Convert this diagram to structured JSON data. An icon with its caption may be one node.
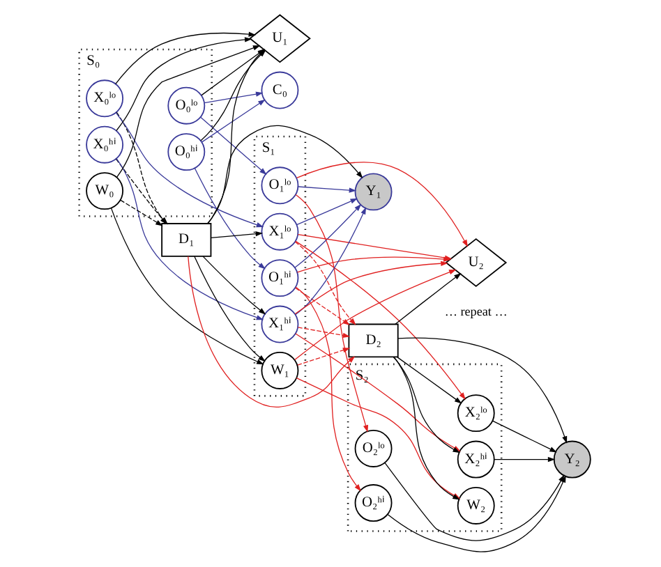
{
  "diagram": {
    "nodes": [
      {
        "text": [
          "S₀"
        ]
      },
      {
        "text": [
          "O₀ˡᵒ"
        ],
        "in": 0
      },
      {
        "text": [
          "O₀ʰⁱ"
        ],
        "in": 0
      },
      {
        "text": [
          "X₀ˡᵒ"
        ],
        "in": 0
      },
      {
        "text": [
          "X₀ʰⁱ"
        ],
        "in": 0
      },
      {
        "text": [
          "W₀"
        ],
        "in": 0
      },
      {
        "text": [
          "C₀"
        ]
      },
      {
        "text": [
          "D₁"
        ]
      },
      {
        "text": [
          "U₁"
        ]
      },
      {
        "text": [
          "S₁"
        ]
      },
      {
        "text": [
          "O₁ˡᵒ"
        ],
        "in": 9
      },
      {
        "text": [
          "O₁ʰⁱ"
        ],
        "in": 9
      },
      {
        "text": [
          "X₁ˡᵒ"
        ],
        "in": 9
      },
      {
        "text": [
          "X₁ʰⁱ"
        ],
        "in": 9
      },
      {
        "text": [
          "W₁"
        ],
        "in": 9
      },
      {
        "text": [
          "Y₁"
        ]
      },
      {
        "text": [
          "D₂"
        ]
      },
      {
        "text": [
          "U₂"
        ]
      },
      {
        "text": [
          "S₂"
        ]
      },
      {
        "text": [
          "O₂ˡᵒ"
        ],
        "in": 18
      },
      {
        "text": [
          "O₂ʰⁱ"
        ],
        "in": 18
      },
      {
        "text": [
          "X₂ˡᵒ"
        ],
        "in": 18
      },
      {
        "text": [
          "X₂ʰⁱ"
        ],
        "in": 18
      },
      {
        "text": [
          "W₂"
        ],
        "in": 18
      },
      {
        "text": [
          "Y₂"
        ]
      }
    ],
    "edges": [
      {
        "from": 1,
        "to": 6,
        "arrow": "to",
        "color": "#3a3a9a"
      },
      {
        "from": 2,
        "to": 6,
        "arrow": "to",
        "color": "#3a3a9a"
      },
      {
        "from": 1,
        "to": 10,
        "arrow": "to",
        "color": "#3a3a9a"
      },
      {
        "from": 2,
        "to": 11,
        "arrow": "to",
        "color": "#3a3a9a"
      },
      {
        "from": 3,
        "to": 12,
        "arrow": "to",
        "color": "#3a3a9a"
      },
      {
        "from": 4,
        "to": 13,
        "arrow": "to",
        "color": "#3a3a9a"
      },
      {
        "from": 5,
        "to": 14,
        "arrow": "to"
      },
      {
        "from": 3,
        "to": 7,
        "arrow": "to",
        "style": "dashed"
      },
      {
        "from": 4,
        "to": 7,
        "arrow": "to",
        "style": "dashed"
      },
      {
        "from": 5,
        "to": 7,
        "arrow": "to",
        "style": "dashed"
      },
      {
        "from": 1,
        "to": 8,
        "arrow": "to"
      },
      {
        "from": 2,
        "to": 8,
        "arrow": "to"
      },
      {
        "from": 3,
        "to": 8,
        "arrow": "to"
      },
      {
        "from": 4,
        "to": 8,
        "arrow": "to"
      },
      {
        "from": 5,
        "to": 8,
        "arrow": "to"
      },
      {
        "from": 7,
        "to": 8,
        "arrow": "to"
      },
      {
        "from": 7,
        "to": 12,
        "arrow": "to"
      },
      {
        "from": 7,
        "to": 13,
        "arrow": "to"
      },
      {
        "from": 7,
        "to": 14,
        "arrow": "to"
      },
      {
        "from": 7,
        "to": 15,
        "arrow": "to"
      },
      {
        "from": 7,
        "to": 16,
        "arrow": "to",
        "color": "#e02020"
      },
      {
        "from": 10,
        "to": 15,
        "arrow": "to",
        "color": "#3a3a9a"
      },
      {
        "from": 11,
        "to": 15,
        "arrow": "to",
        "color": "#3a3a9a"
      },
      {
        "from": 12,
        "to": 15,
        "arrow": "to",
        "color": "#3a3a9a"
      },
      {
        "from": 13,
        "to": 15,
        "arrow": "to",
        "color": "#3a3a9a"
      },
      {
        "from": 10,
        "to": 19,
        "arrow": "to",
        "color": "#e02020"
      },
      {
        "from": 11,
        "to": 20,
        "arrow": "to",
        "color": "#e02020"
      },
      {
        "from": 12,
        "to": 21,
        "arrow": "to",
        "color": "#e02020"
      },
      {
        "from": 13,
        "to": 22,
        "arrow": "to",
        "color": "#e02020"
      },
      {
        "from": 14,
        "to": 23,
        "arrow": "to",
        "color": "#e02020"
      },
      {
        "from": 11,
        "to": 16,
        "arrow": "to",
        "style": "dashed",
        "color": "#e02020"
      },
      {
        "from": 12,
        "to": 16,
        "arrow": "to",
        "style": "dashed",
        "color": "#e02020"
      },
      {
        "from": 13,
        "to": 16,
        "arrow": "to",
        "style": "dashed",
        "color": "#e02020"
      },
      {
        "from": 14,
        "to": 16,
        "arrow": "to",
        "style": "dashed",
        "color": "#e02020"
      },
      {
        "from": 10,
        "to": 17,
        "arrow": "to",
        "color": "#e02020"
      },
      {
        "from": 11,
        "to": 17,
        "arrow": "to",
        "color": "#e02020"
      },
      {
        "from": 12,
        "to": 17,
        "arrow": "to",
        "color": "#e02020"
      },
      {
        "from": 13,
        "to": 17,
        "arrow": "to",
        "color": "#e02020"
      },
      {
        "from": 14,
        "to": 17,
        "arrow": "to",
        "color": "#e02020"
      },
      {
        "from": 16,
        "to": 17,
        "arrow": "to"
      },
      {
        "from": 16,
        "to": 21,
        "arrow": "to"
      },
      {
        "from": 16,
        "to": 22,
        "arrow": "to"
      },
      {
        "from": 16,
        "to": 23,
        "arrow": "to"
      },
      {
        "from": 16,
        "to": 24,
        "arrow": "to"
      },
      {
        "from": 19,
        "to": 24,
        "arrow": "to"
      },
      {
        "from": 20,
        "to": 24,
        "arrow": "to"
      },
      {
        "from": 21,
        "to": 24,
        "arrow": "to"
      },
      {
        "from": 22,
        "to": 24,
        "arrow": "to"
      }
    ],
    "labels": [
      "… repeat …"
    ]
  }
}
